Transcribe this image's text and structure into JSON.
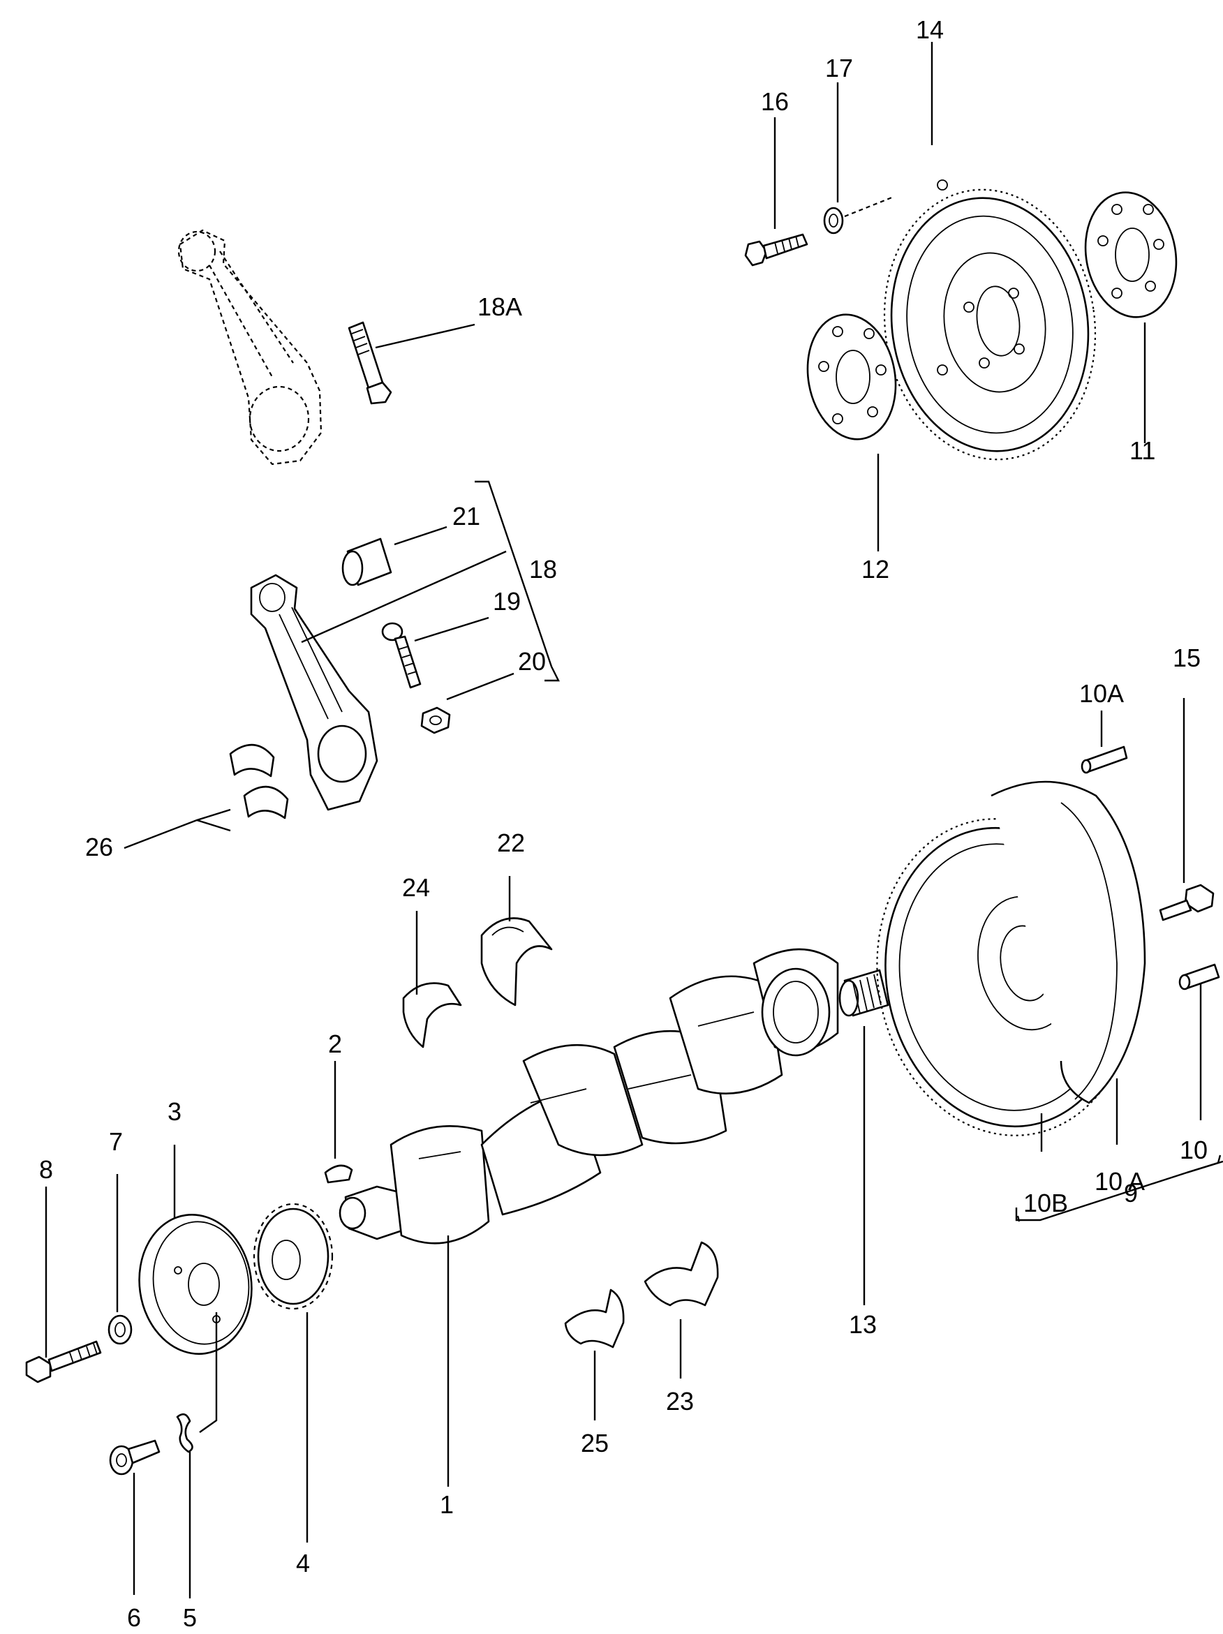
{
  "callouts": {
    "c1": "1",
    "c2": "2",
    "c3": "3",
    "c4": "4",
    "c5": "5",
    "c6": "6",
    "c7": "7",
    "c8": "8",
    "c9": "9",
    "c10": "10",
    "c10A_top": "10A",
    "c10A_bottom": "10 A",
    "c10B": "10B",
    "c11": "11",
    "c12": "12",
    "c13": "13",
    "c14": "14",
    "c15": "15",
    "c16": "16",
    "c17": "17",
    "c18": "18",
    "c18A": "18A",
    "c19": "19",
    "c20": "20",
    "c21": "21",
    "c22": "22",
    "c23": "23",
    "c24": "24",
    "c25": "25",
    "c26": "26"
  }
}
